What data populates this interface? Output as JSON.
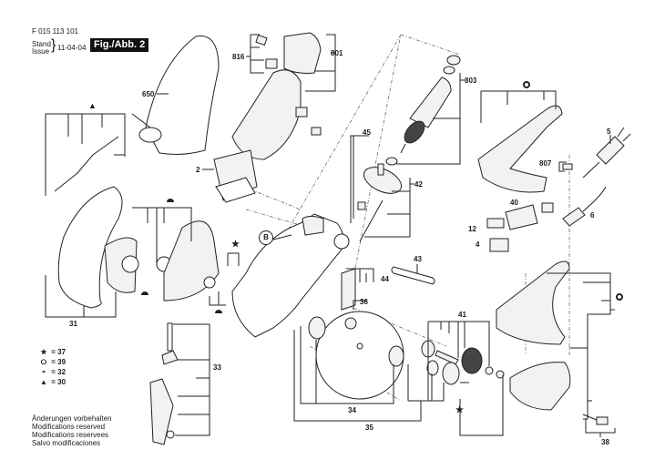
{
  "header": {
    "part_number": "F 015 113 101",
    "stand_label": "Stand",
    "issue_label": "Issue",
    "date": "11-04-04",
    "figure_label": "Fig./Abb. 2"
  },
  "legend": [
    {
      "symbol": "star",
      "glyph": "★",
      "text": "= 37"
    },
    {
      "symbol": "circle",
      "glyph": "⭘",
      "text": "= 39"
    },
    {
      "symbol": "half-circle",
      "glyph": "◓",
      "text": "= 32"
    },
    {
      "symbol": "triangle",
      "glyph": "▲",
      "text": "= 30"
    }
  ],
  "notes": [
    "Änderungen vorbehalten",
    "Modifications reserved",
    "Modifications reservees",
    "Salvo modificaciones"
  ],
  "callouts": {
    "c650": "650",
    "c816": "816",
    "c801": "801",
    "c803": "803",
    "c2": "2",
    "c45": "45",
    "c42": "42",
    "c5": "5",
    "c807": "807",
    "c40": "40",
    "c12": "12",
    "c4": "4",
    "c6": "6",
    "c43": "43",
    "c44": "44",
    "c36": "36",
    "c41": "41",
    "c31": "31",
    "c33": "33",
    "c34": "34",
    "c35": "35",
    "c38": "38",
    "cB": "B",
    "sym_triangle": "▲",
    "sym_star1": "★",
    "sym_star2": "★",
    "sym_circle1": "⭘",
    "sym_circle2": "⭘"
  }
}
